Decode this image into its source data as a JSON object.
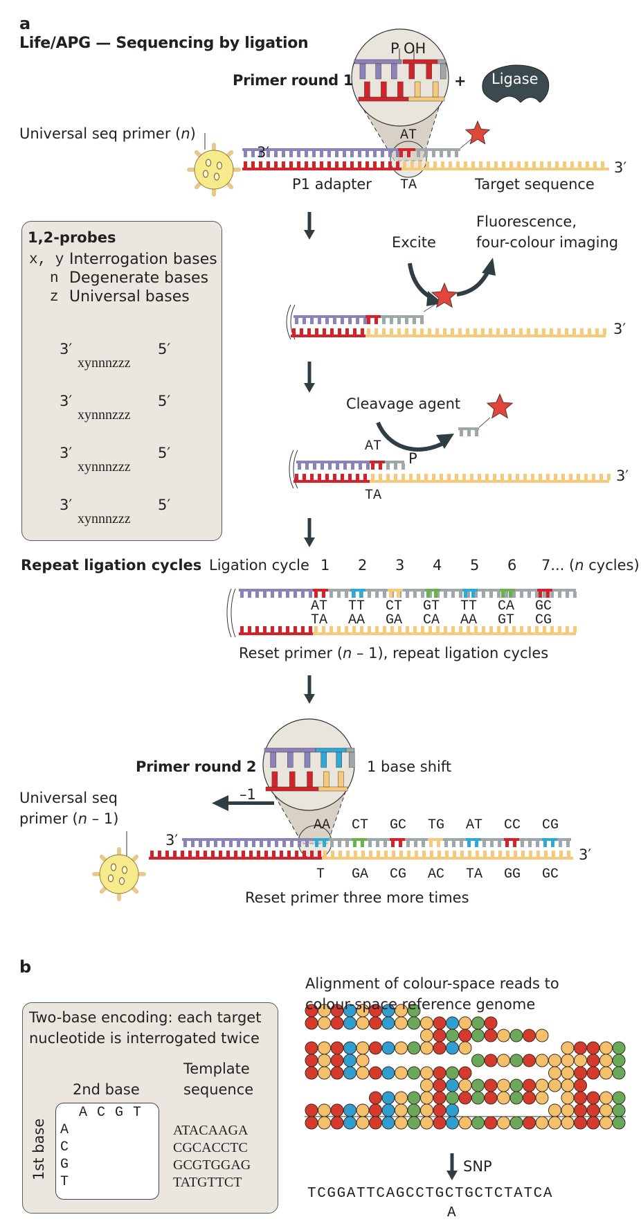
{
  "colors": {
    "red": "#d2232a",
    "yellow": "#f7c97a",
    "blue": "#2fa8d3",
    "green": "#6ab24f",
    "purple": "#8b82b8",
    "grey": "#9ea7aa",
    "dark_arrow": "#2f3e42",
    "panel_bg": "#ebe7e0",
    "bead_yellow": "#f5c06b",
    "bead_red": "#d63a2c",
    "bead_blue": "#2e9fd0",
    "bead_green": "#6aa95a",
    "star_red": "#e0473a",
    "star_blue": "#5bb6dd",
    "star_green": "#8fc67a",
    "star_yellow": "#fad88a"
  },
  "panel_a": {
    "letter": "a",
    "title": "Life/APG — Sequencing by ligation",
    "primer_round_1": {
      "label": "Primer round 1",
      "zoom_labels": {
        "p": "P",
        "oh": "OH"
      },
      "plus": "+",
      "ligase": "Ligase",
      "primer_label": "Universal seq primer (",
      "primer_italic": "n",
      "primer_close": ")",
      "three_prime_left": "3′",
      "three_prime_right": "3′",
      "top_pair": "AT",
      "bottom_pair": "TA",
      "p1_adapter": "P1 adapter",
      "target_sequence": "Target sequence"
    },
    "probes_box": {
      "title": "1,2-probes",
      "legend": [
        {
          "symbol": "x, y",
          "text": "Interrogation bases"
        },
        {
          "symbol": "n",
          "text": "Degenerate bases"
        },
        {
          "symbol": "z",
          "text": "Universal bases"
        }
      ],
      "probes": [
        {
          "color": "blue",
          "three_prime": "3′",
          "five_prime": "5′",
          "code": "xynnnzzz"
        },
        {
          "color": "green",
          "three_prime": "3′",
          "five_prime": "5′",
          "code": "xynnnzzz"
        },
        {
          "color": "yellow",
          "three_prime": "3′",
          "five_prime": "5′",
          "code": "xynnnzzz"
        },
        {
          "color": "red",
          "three_prime": "3′",
          "five_prime": "5′",
          "code": "xynnnzzz"
        }
      ]
    },
    "imaging_step": {
      "excite": "Excite",
      "fluorescence_line1": "Fluorescence,",
      "fluorescence_line2": "four-colour imaging",
      "three_prime": "3′"
    },
    "cleavage_step": {
      "cleavage_agent": "Cleavage agent",
      "top_pair": "AT",
      "bottom_pair": "TA",
      "p_label": "P",
      "three_prime": "3′"
    },
    "repeat_cycles": {
      "label": "Repeat ligation cycles",
      "cycle_prefix": "Ligation cycle",
      "cycle_numbers": [
        "1",
        "2",
        "3",
        "4",
        "5",
        "6"
      ],
      "last_cycle": "7... (",
      "last_italic": "n",
      "last_suffix": " cycles)",
      "top_pairs": [
        "AT",
        "TT",
        "CT",
        "GT",
        "TT",
        "CA",
        "GC"
      ],
      "bottom_pairs": [
        "TA",
        "AA",
        "GA",
        "CA",
        "AA",
        "GT",
        "CG"
      ],
      "probe_colors": [
        "red",
        "blue",
        "yellow",
        "green",
        "blue",
        "green",
        "red"
      ],
      "reset_caption_a": "Reset primer (",
      "reset_caption_italic": "n",
      "reset_caption_b": " – 1), repeat ligation cycles"
    },
    "primer_round_2": {
      "label": "Primer round 2",
      "shift_label": "1 base shift",
      "minus_one": "–1",
      "primer_label_line1": "Universal seq",
      "primer_label_line2a": "primer (",
      "primer_label_italic": "n",
      "primer_label_line2b": " –  1)",
      "three_prime_left": "3′",
      "three_prime_right": "3′",
      "top_pairs": [
        "AA",
        "CT",
        "GC",
        "TG",
        "AT",
        "CC",
        "CG"
      ],
      "bottom_pairs": [
        "T",
        "GA",
        "CG",
        "AC",
        "TA",
        "GG",
        "GC"
      ],
      "probe_colors": [
        "blue",
        "green",
        "red",
        "yellow",
        "blue",
        "red",
        "blue"
      ],
      "reset_caption": "Reset primer three more times"
    }
  },
  "panel_b": {
    "letter": "b",
    "encoding_box": {
      "title_line1": "Two-base encoding: each target",
      "title_line2": "nucleotide is interrogated twice",
      "second_base_label": "2nd base",
      "first_base_label": "1st base",
      "template_label_line1": "Template",
      "template_label_line2": "sequence",
      "column_bases": [
        "A",
        "C",
        "G",
        "T"
      ],
      "row_bases": [
        "A",
        "C",
        "G",
        "T"
      ],
      "matrix": [
        [
          "blue",
          "green",
          "yellow",
          "red"
        ],
        [
          "green",
          "blue",
          "red",
          "yellow"
        ],
        [
          "yellow",
          "red",
          "blue",
          "green"
        ],
        [
          "red",
          "yellow",
          "green",
          "blue"
        ]
      ],
      "template_beads": [
        "red",
        "red",
        "green",
        "green",
        "blue",
        "yellow",
        "yellow"
      ],
      "template_sequences": [
        "ATACAAGA",
        "CGCACCTC",
        "GCGTGGAG",
        "TATGTTCT"
      ]
    },
    "alignment": {
      "title_line1": "Alignment of colour-space reads to",
      "title_line2": "colour-space reference genome",
      "reads": [
        {
          "start": 0,
          "beads": "RYRBYRBYG"
        },
        {
          "start": 0,
          "beads": "RYRBYRBYGYRBYGR"
        },
        {
          "start": 9,
          "beads": "YRGRGRYGRY"
        },
        {
          "start": 0,
          "beads": "RYRBYRBYGYRBY"
        },
        {
          "start": 20,
          "beads": "YRRYG"
        },
        {
          "start": 0,
          "beads": "RYRBY"
        },
        {
          "start": 13,
          "beads": "GRYGRYYYYRYG"
        },
        {
          "start": 0,
          "beads": "RYRBYRBYGYRGR"
        },
        {
          "start": 19,
          "beads": "YYRRYG"
        },
        {
          "start": 9,
          "beads": "YRBYGRYGRYYYR"
        },
        {
          "start": 5,
          "beads": "RBYGYRGRGRYGRY"
        },
        {
          "start": 20,
          "beads": "YRRYG"
        },
        {
          "start": 0,
          "beads": "RYRBYRBYGYRB"
        },
        {
          "start": 19,
          "beads": "YYRRYG"
        }
      ],
      "read_rows": [
        0,
        1,
        2,
        3,
        3,
        4,
        4,
        5,
        5,
        6,
        7,
        7,
        8,
        8
      ],
      "reference": {
        "row": 9,
        "start": 0,
        "beads": "RYRBYRBYGYRBYGRYGRYYYRRYG"
      },
      "snp_label": "SNP",
      "decoded_sequence": "TCGGATTCAGCCTGCTGCTCTATCA",
      "snp_base": "A"
    }
  }
}
